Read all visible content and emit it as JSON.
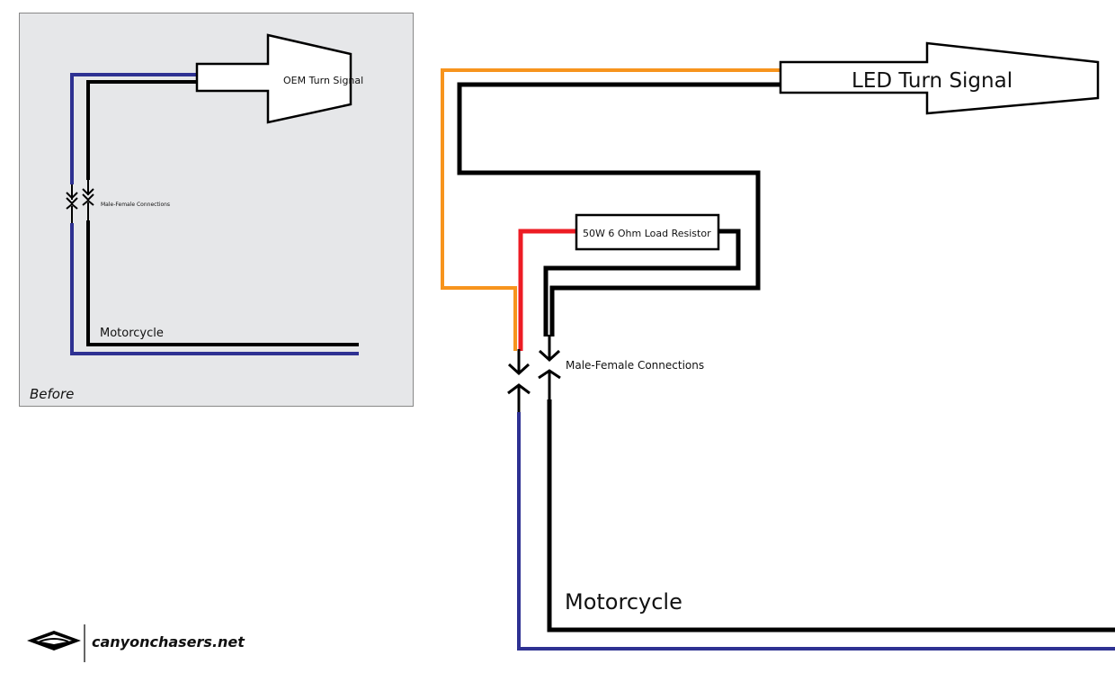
{
  "colors": {
    "background": "#ffffff",
    "before_panel_bg": "#e6e7e9",
    "before_panel_border": "#888888",
    "wire_blue": "#2e3192",
    "wire_black": "#000000",
    "wire_orange": "#f7941d",
    "wire_red": "#ed1c24"
  },
  "before_panel": {
    "caption": "Before",
    "turn_signal_label": "OEM Turn Signal",
    "connector_label": "Male-Female Connections",
    "motorcycle_label": "Motorcycle"
  },
  "after_diagram": {
    "turn_signal_label": "LED Turn Signal",
    "resistor_label": "50W 6 Ohm Load Resistor",
    "connector_label": "Male-Female Connections",
    "motorcycle_label": "Motorcycle"
  },
  "logo": {
    "icon": "canyon-chasers-mountain-logo-icon",
    "text": "canyonchasers.net"
  }
}
